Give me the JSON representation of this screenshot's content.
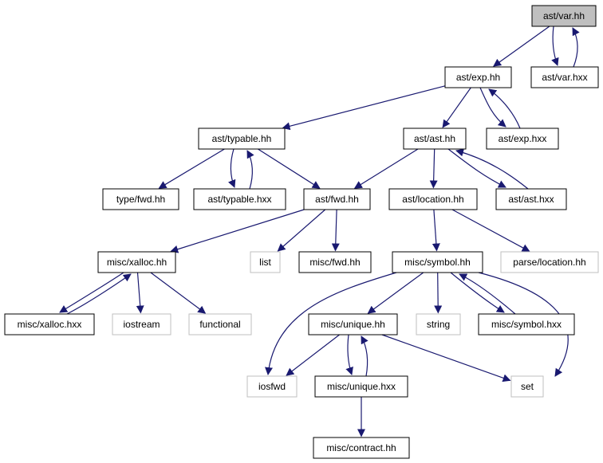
{
  "graph": {
    "nodes": [
      {
        "id": "var_hh",
        "label": "ast/var.hh",
        "kind": "current"
      },
      {
        "id": "exp_hh",
        "label": "ast/exp.hh",
        "kind": "local"
      },
      {
        "id": "var_hxx",
        "label": "ast/var.hxx",
        "kind": "local"
      },
      {
        "id": "typable_hh",
        "label": "ast/typable.hh",
        "kind": "local"
      },
      {
        "id": "ast_hh",
        "label": "ast/ast.hh",
        "kind": "local"
      },
      {
        "id": "exp_hxx",
        "label": "ast/exp.hxx",
        "kind": "local"
      },
      {
        "id": "type_fwd",
        "label": "type/fwd.hh",
        "kind": "local"
      },
      {
        "id": "typable_hxx",
        "label": "ast/typable.hxx",
        "kind": "local"
      },
      {
        "id": "ast_fwd",
        "label": "ast/fwd.hh",
        "kind": "local"
      },
      {
        "id": "location_hh",
        "label": "ast/location.hh",
        "kind": "local"
      },
      {
        "id": "ast_hxx",
        "label": "ast/ast.hxx",
        "kind": "local"
      },
      {
        "id": "xalloc_hh",
        "label": "misc/xalloc.hh",
        "kind": "local"
      },
      {
        "id": "list",
        "label": "list",
        "kind": "system"
      },
      {
        "id": "misc_fwd",
        "label": "misc/fwd.hh",
        "kind": "local"
      },
      {
        "id": "symbol_hh",
        "label": "misc/symbol.hh",
        "kind": "local"
      },
      {
        "id": "parse_location",
        "label": "parse/location.hh",
        "kind": "system"
      },
      {
        "id": "xalloc_hxx",
        "label": "misc/xalloc.hxx",
        "kind": "local"
      },
      {
        "id": "iostream",
        "label": "iostream",
        "kind": "system"
      },
      {
        "id": "functional",
        "label": "functional",
        "kind": "system"
      },
      {
        "id": "unique_hh",
        "label": "misc/unique.hh",
        "kind": "local"
      },
      {
        "id": "string",
        "label": "string",
        "kind": "system"
      },
      {
        "id": "symbol_hxx",
        "label": "misc/symbol.hxx",
        "kind": "local"
      },
      {
        "id": "iosfwd",
        "label": "iosfwd",
        "kind": "system"
      },
      {
        "id": "unique_hxx",
        "label": "misc/unique.hxx",
        "kind": "local"
      },
      {
        "id": "set",
        "label": "set",
        "kind": "system"
      },
      {
        "id": "contract_hh",
        "label": "misc/contract.hh",
        "kind": "local"
      }
    ],
    "edges": [
      {
        "from": "var_hh",
        "to": "exp_hh"
      },
      {
        "from": "var_hh",
        "to": "var_hxx"
      },
      {
        "from": "var_hxx",
        "to": "var_hh"
      },
      {
        "from": "exp_hh",
        "to": "typable_hh"
      },
      {
        "from": "exp_hh",
        "to": "ast_hh"
      },
      {
        "from": "exp_hh",
        "to": "exp_hxx"
      },
      {
        "from": "exp_hxx",
        "to": "exp_hh"
      },
      {
        "from": "typable_hh",
        "to": "type_fwd"
      },
      {
        "from": "typable_hh",
        "to": "typable_hxx"
      },
      {
        "from": "typable_hxx",
        "to": "typable_hh"
      },
      {
        "from": "typable_hh",
        "to": "ast_fwd"
      },
      {
        "from": "ast_hh",
        "to": "ast_fwd"
      },
      {
        "from": "ast_hh",
        "to": "location_hh"
      },
      {
        "from": "ast_hh",
        "to": "ast_hxx"
      },
      {
        "from": "ast_hxx",
        "to": "ast_hh"
      },
      {
        "from": "ast_fwd",
        "to": "xalloc_hh"
      },
      {
        "from": "ast_fwd",
        "to": "list"
      },
      {
        "from": "ast_fwd",
        "to": "misc_fwd"
      },
      {
        "from": "location_hh",
        "to": "symbol_hh"
      },
      {
        "from": "location_hh",
        "to": "parse_location"
      },
      {
        "from": "xalloc_hh",
        "to": "xalloc_hxx"
      },
      {
        "from": "xalloc_hxx",
        "to": "xalloc_hh"
      },
      {
        "from": "xalloc_hh",
        "to": "iostream"
      },
      {
        "from": "xalloc_hh",
        "to": "functional"
      },
      {
        "from": "symbol_hh",
        "to": "iosfwd"
      },
      {
        "from": "symbol_hh",
        "to": "unique_hh"
      },
      {
        "from": "symbol_hh",
        "to": "string"
      },
      {
        "from": "symbol_hh",
        "to": "symbol_hxx"
      },
      {
        "from": "symbol_hxx",
        "to": "symbol_hh"
      },
      {
        "from": "symbol_hh",
        "to": "set"
      },
      {
        "from": "unique_hh",
        "to": "iosfwd"
      },
      {
        "from": "unique_hh",
        "to": "unique_hxx"
      },
      {
        "from": "unique_hxx",
        "to": "unique_hh"
      },
      {
        "from": "unique_hh",
        "to": "set"
      },
      {
        "from": "unique_hxx",
        "to": "contract_hh"
      }
    ]
  },
  "colors": {
    "edge": "#191970",
    "current_fill": "#bfbfbf",
    "local_border": "#000000",
    "system_border": "#bfbfbf"
  }
}
